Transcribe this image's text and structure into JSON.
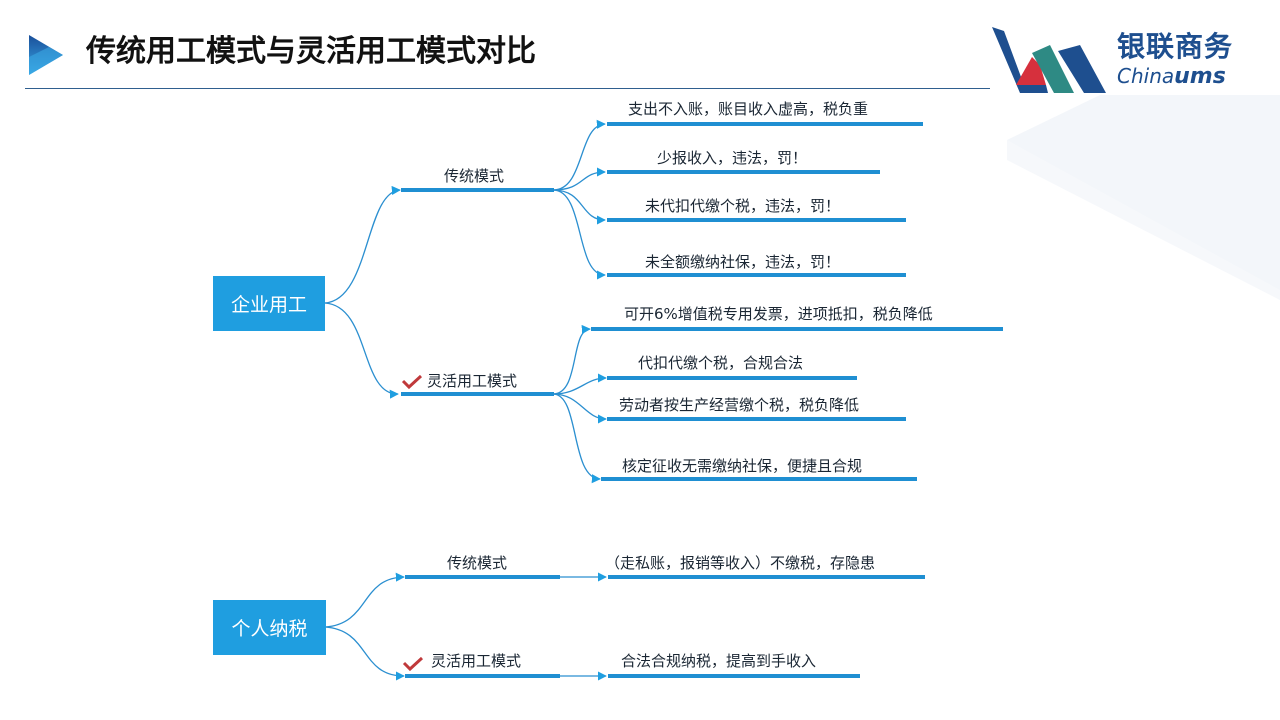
{
  "header": {
    "title": "传统用工模式与灵活用工模式对比",
    "logo": {
      "cn": "银联商务",
      "en_prefix": "China",
      "en_brand": "ums"
    }
  },
  "colors": {
    "accent": "#1f9ee0",
    "line": "#2b8fd0",
    "check": "#c0393b",
    "title": "#111111",
    "logo_blue": "#1e4f8f",
    "logo_red": "#d6303d",
    "logo_teal": "#2e8a84"
  },
  "enterprise": {
    "root": "企业用工",
    "traditional": {
      "label": "传统模式",
      "items": [
        "支出不入账，账目收入虚高，税负重",
        "少报收入，违法，罚！",
        "未代扣代缴个税，违法，罚！",
        "未全额缴纳社保，违法，罚！"
      ]
    },
    "flexible": {
      "label": "灵活用工模式",
      "check_icon": "checkmark-icon",
      "items": [
        "可开6%增值税专用发票，进项抵扣，税负降低",
        "代扣代缴个税，合规合法",
        "劳动者按生产经营缴个税，税负降低",
        "核定征收无需缴纳社保，便捷且合规"
      ]
    }
  },
  "personal": {
    "root": "个人纳税",
    "traditional": {
      "label": "传统模式",
      "result": "（走私账，报销等收入）不缴税，存隐患"
    },
    "flexible": {
      "label": "灵活用工模式",
      "check_icon": "checkmark-icon",
      "result": "合法合规纳税，提高到手收入"
    }
  }
}
